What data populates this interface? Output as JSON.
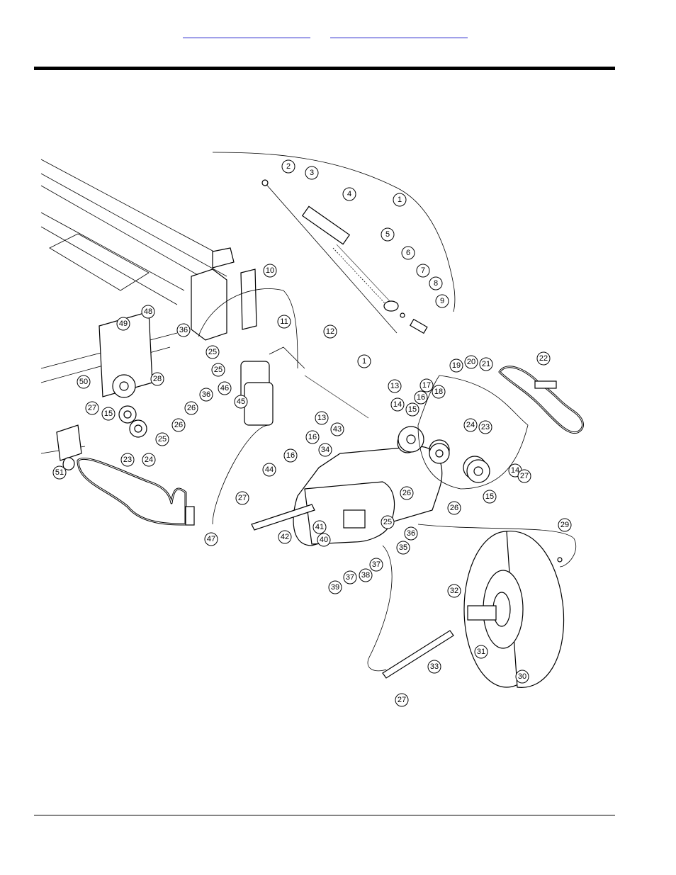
{
  "header": {
    "links": [
      "",
      ""
    ]
  },
  "diagram": {
    "callouts": [
      "1",
      "2",
      "3",
      "4",
      "5",
      "6",
      "7",
      "8",
      "9",
      "10",
      "11",
      "12",
      "1",
      "13",
      "13",
      "14",
      "14",
      "15",
      "15",
      "15",
      "16",
      "16",
      "16",
      "17",
      "18",
      "19",
      "20",
      "21",
      "22",
      "23",
      "23",
      "24",
      "24",
      "25",
      "25",
      "25",
      "25",
      "26",
      "26",
      "26",
      "26",
      "27",
      "27",
      "27",
      "27",
      "28",
      "29",
      "30",
      "31",
      "32",
      "33",
      "34",
      "35",
      "36",
      "36",
      "36",
      "37",
      "37",
      "38",
      "39",
      "40",
      "41",
      "42",
      "43",
      "44",
      "45",
      "46",
      "47",
      "48",
      "49",
      "50",
      "51"
    ]
  }
}
